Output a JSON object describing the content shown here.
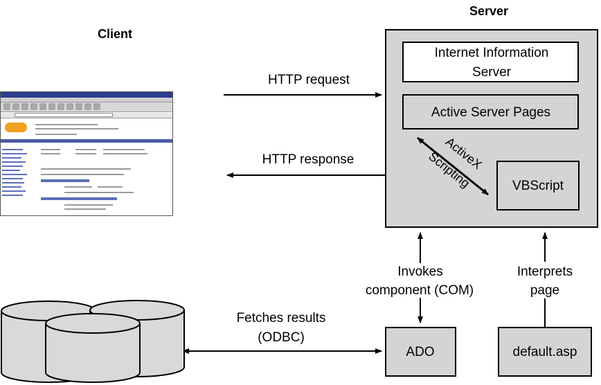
{
  "labels": {
    "client": "Client",
    "server": "Server",
    "http_request": "HTTP request",
    "http_response": "HTTP response",
    "invokes_line1": "Invokes",
    "invokes_line2": "component (COM)",
    "interprets_line1": "Interprets",
    "interprets_line2": "page",
    "fetches_line1": "Fetches results",
    "fetches_line2": "(ODBC)",
    "activex": "ActiveX",
    "scripting": "Scripting"
  },
  "boxes": {
    "iis_line1": "Internet Information",
    "iis_line2": "Server",
    "asp": "Active Server Pages",
    "vbscript": "VBScript",
    "ado": "ADO",
    "default_asp": "default.asp"
  },
  "colors": {
    "server_fill": "#d4d4d4",
    "box_fill": "#d4d4d4",
    "white_box": "#ffffff",
    "database_fill": "#d9d9d9",
    "stroke": "#000000"
  }
}
